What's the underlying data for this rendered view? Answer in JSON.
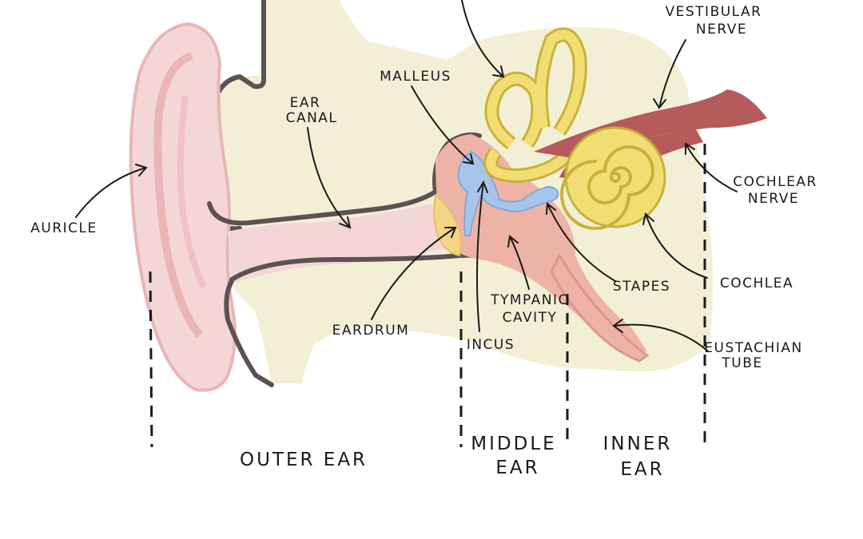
{
  "labels": {
    "auricle": "AURICLE",
    "ear_canal_1": "EAR",
    "ear_canal_2": "CANAL",
    "malleus": "MALLEUS",
    "vestibular_nerve_1": "VESTIBULAR",
    "vestibular_nerve_2": "NERVE",
    "cochlear_nerve_1": "COCHLEAR",
    "cochlear_nerve_2": "NERVE",
    "cochlea": "COCHLEA",
    "stapes": "STAPES",
    "tympanic_cavity_1": "TYMPANIC",
    "tympanic_cavity_2": "CAVITY",
    "eardrum": "EARDRUM",
    "incus": "INCUS",
    "eustachian_tube_1": "EUSTACHIAN",
    "eustachian_tube_2": "TUBE"
  },
  "sections": {
    "outer_ear": "OUTER EAR",
    "middle_ear_1": "MIDDLE",
    "middle_ear_2": "EAR",
    "inner_ear_1": "INNER",
    "inner_ear_2": "EAR"
  },
  "colors": {
    "bone": "#f3efd5",
    "skin": "#f4d6d6",
    "skin_dark": "#e9b5b5",
    "outline": "#5e5152",
    "cavity": "#eeb3a7",
    "ossicles": "#a7c5ea",
    "cochlea": "#f1dd72",
    "cochlea_edge": "#c8b23a",
    "nerve": "#b55b5b",
    "eardrum": "#f2d585"
  }
}
